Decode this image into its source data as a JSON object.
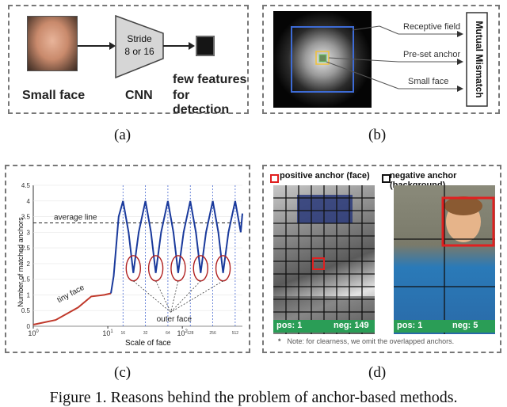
{
  "panel_a": {
    "cnn_stride": "Stride",
    "cnn_value": "8 or 16",
    "small_face_label": "Small face",
    "cnn_label": "CNN",
    "features_label_1": "few features",
    "features_label_2": "for detection"
  },
  "panel_b": {
    "receptive_field": "Receptive field",
    "preset_anchor": "Pre-set anchor",
    "small_face": "Small face",
    "mismatch": "Mutual Mismatch"
  },
  "panel_c": {
    "chart_data": {
      "type": "line",
      "xlabel": "Scale of face",
      "ylabel": "Number of matched anchors",
      "xscale": "log",
      "xlim": [
        1,
        640
      ],
      "ylim": [
        0,
        4.5
      ],
      "yticks": [
        "0",
        "0.5",
        "1",
        "1.5",
        "2",
        "2.5",
        "3",
        "3.5",
        "4",
        "4.5"
      ],
      "xticks": [
        "10^0",
        "10^1",
        "10^2"
      ],
      "anchor_scales": [
        "16",
        "32",
        "64",
        "128",
        "256",
        "512"
      ],
      "average_line": 3.3,
      "series": [
        {
          "x": [
            1,
            2,
            4,
            6,
            9,
            11,
            12,
            14,
            16,
            19,
            22,
            26,
            32,
            38,
            44,
            52,
            64,
            76,
            88,
            104,
            128,
            152,
            176,
            208,
            256,
            304,
            352,
            416,
            512,
            608,
            640
          ],
          "values": [
            0.05,
            0.2,
            0.6,
            0.95,
            1.0,
            1.05,
            1.6,
            3.5,
            4.0,
            3.0,
            1.7,
            3.0,
            4.0,
            3.0,
            1.7,
            3.0,
            4.0,
            3.0,
            1.7,
            3.0,
            4.0,
            3.0,
            1.7,
            3.0,
            4.0,
            3.0,
            1.7,
            3.0,
            4.0,
            3.0,
            3.6
          ]
        }
      ],
      "annotations": [
        "average line",
        "tiny face",
        "outer face"
      ]
    }
  },
  "panel_d": {
    "pos_legend": "positive anchor (face)",
    "neg_legend": "negative anchor (background)",
    "left_pos": "pos: 1",
    "left_neg": "neg: 149",
    "right_pos": "pos: 1",
    "right_neg": "neg: 5",
    "note": "Note: for clearness,  we omit the overlapped anchors."
  },
  "captions": {
    "a": "(a)",
    "b": "(b)",
    "c": "(c)",
    "d": "(d)",
    "figure": "Figure 1. Reasons behind the problem of anchor-based methods."
  },
  "colors": {
    "curve": "#1a3a9c",
    "tiny_face_curve": "#c0392b",
    "badge": "#2a9d56",
    "positive": "#e02020"
  }
}
